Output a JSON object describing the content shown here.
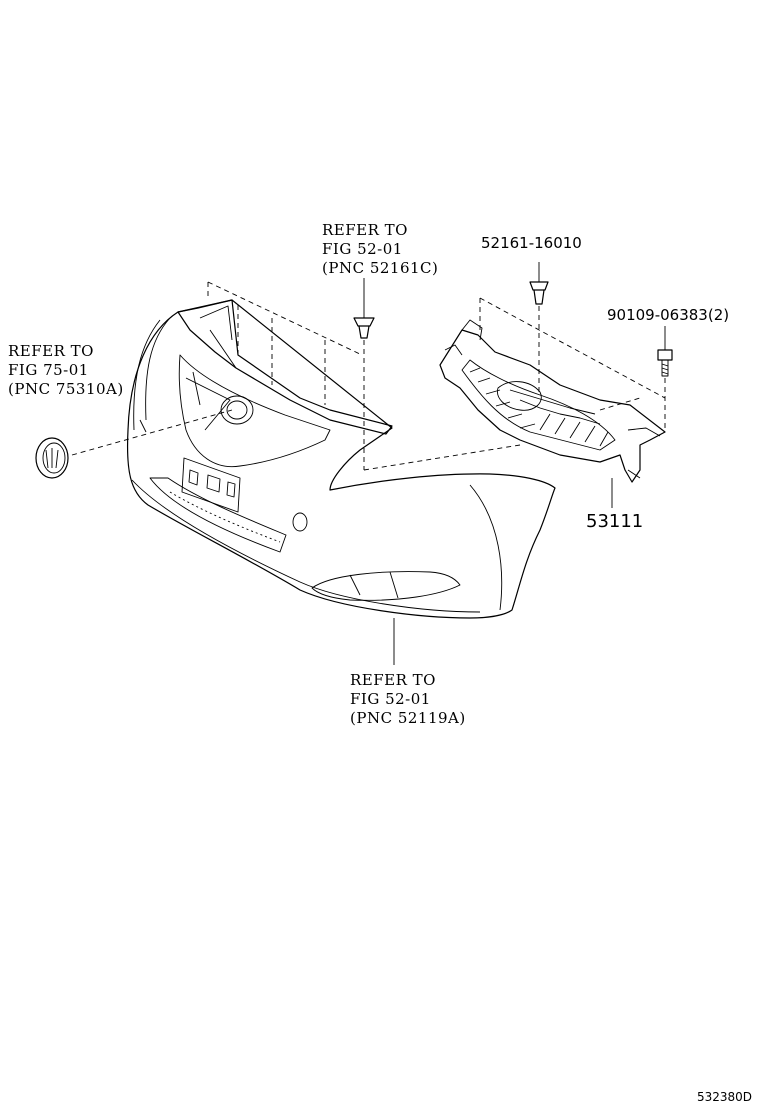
{
  "diagram": {
    "callout_emblem": {
      "line1": "REFER TO",
      "line2": "FIG 75-01",
      "line3": "(PNC 75310A)"
    },
    "callout_molding": {
      "line1": "REFER TO",
      "line2": "FIG 52-01",
      "line3": "(PNC 52161C)"
    },
    "callout_bumper": {
      "line1": "REFER TO",
      "line2": "FIG 52-01",
      "line3": "(PNC 52119A)"
    },
    "part_clip": "52161-16010",
    "part_bolt": "90109-06383(2)",
    "part_grille": "53111",
    "figure_code": "532380D"
  }
}
